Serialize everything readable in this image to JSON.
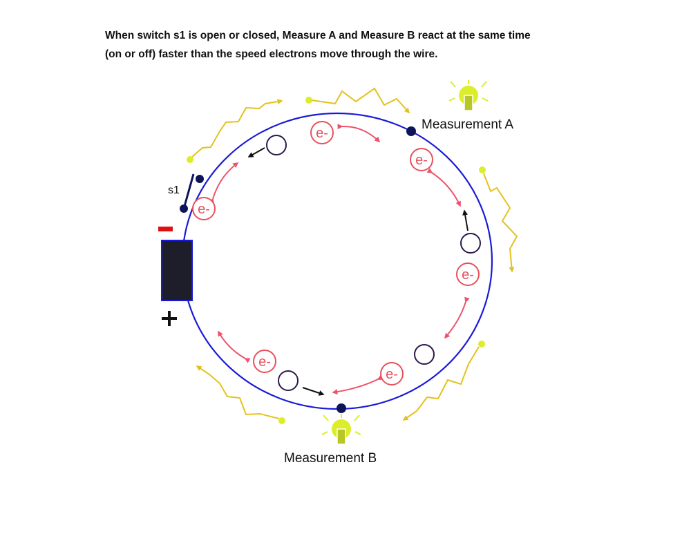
{
  "caption": {
    "line1": "When switch s1 is open or closed, Measure A and Measure B react at the same time",
    "line2": "(on or off) faster than the speed electrons move through the wire."
  },
  "labels": {
    "measurement_a": "Measurement A",
    "measurement_b": "Measurement B",
    "switch": "s1",
    "minus": "-",
    "plus": "+"
  },
  "electron_label": "e-",
  "colors": {
    "wire": "#1a1ad6",
    "electron": "#e8505b",
    "hole": "#2a1a4a",
    "node": "#0e1458",
    "field_wave": "#e4c21c",
    "bulb": "#dcee2a",
    "battery": "#1e1e2a",
    "minus_sign": "#dd1111",
    "black_arrow": "#111111"
  }
}
